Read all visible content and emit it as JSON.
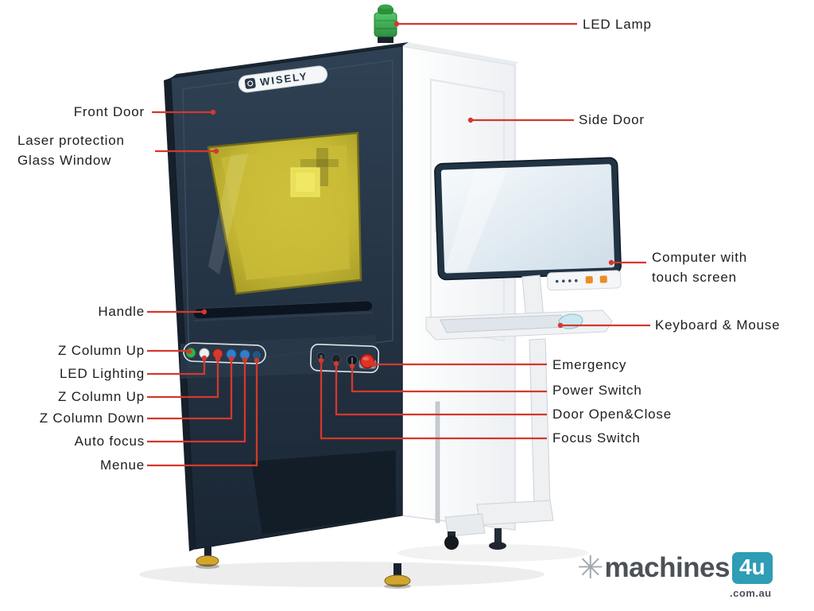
{
  "machine": {
    "brand_badge": "WISELY",
    "colors": {
      "cabinet_dark": "#243546",
      "cabinet_white": "#f7f8fa",
      "window_yellow": "#c8bb37",
      "leader_red": "#d4382c",
      "lamp_green": "#3fae49",
      "emergency_red": "#e23227",
      "foot_gold": "#d2a62e"
    }
  },
  "annotations": {
    "left": [
      {
        "id": "front-door",
        "text": "Front Door"
      },
      {
        "id": "laser-protection-glass-window",
        "text": "Laser protection",
        "text2": "Glass Window"
      },
      {
        "id": "handle",
        "text": "Handle"
      },
      {
        "id": "z-column-up",
        "text": "Z Column Up"
      },
      {
        "id": "led-lighting",
        "text": "LED Lighting"
      },
      {
        "id": "z-column-up-2",
        "text": "Z Column Up"
      },
      {
        "id": "z-column-down",
        "text": "Z Column Down"
      },
      {
        "id": "auto-focus",
        "text": "Auto focus"
      },
      {
        "id": "menue",
        "text": "Menue"
      }
    ],
    "right": [
      {
        "id": "led-lamp",
        "text": "LED Lamp"
      },
      {
        "id": "side-door",
        "text": "Side Door"
      },
      {
        "id": "computer-touch-screen",
        "text": "Computer with",
        "text2": "touch screen"
      },
      {
        "id": "keyboard-mouse",
        "text": "Keyboard & Mouse"
      },
      {
        "id": "emergency",
        "text": "Emergency"
      },
      {
        "id": "power-switch",
        "text": "Power Switch"
      },
      {
        "id": "door-open-close",
        "text": "Door Open&Close"
      },
      {
        "id": "focus-switch",
        "text": "Focus Switch"
      }
    ]
  },
  "watermark": {
    "icon": "✳",
    "brand": "machines",
    "suffix": "4u",
    "domain": ".com.au"
  }
}
